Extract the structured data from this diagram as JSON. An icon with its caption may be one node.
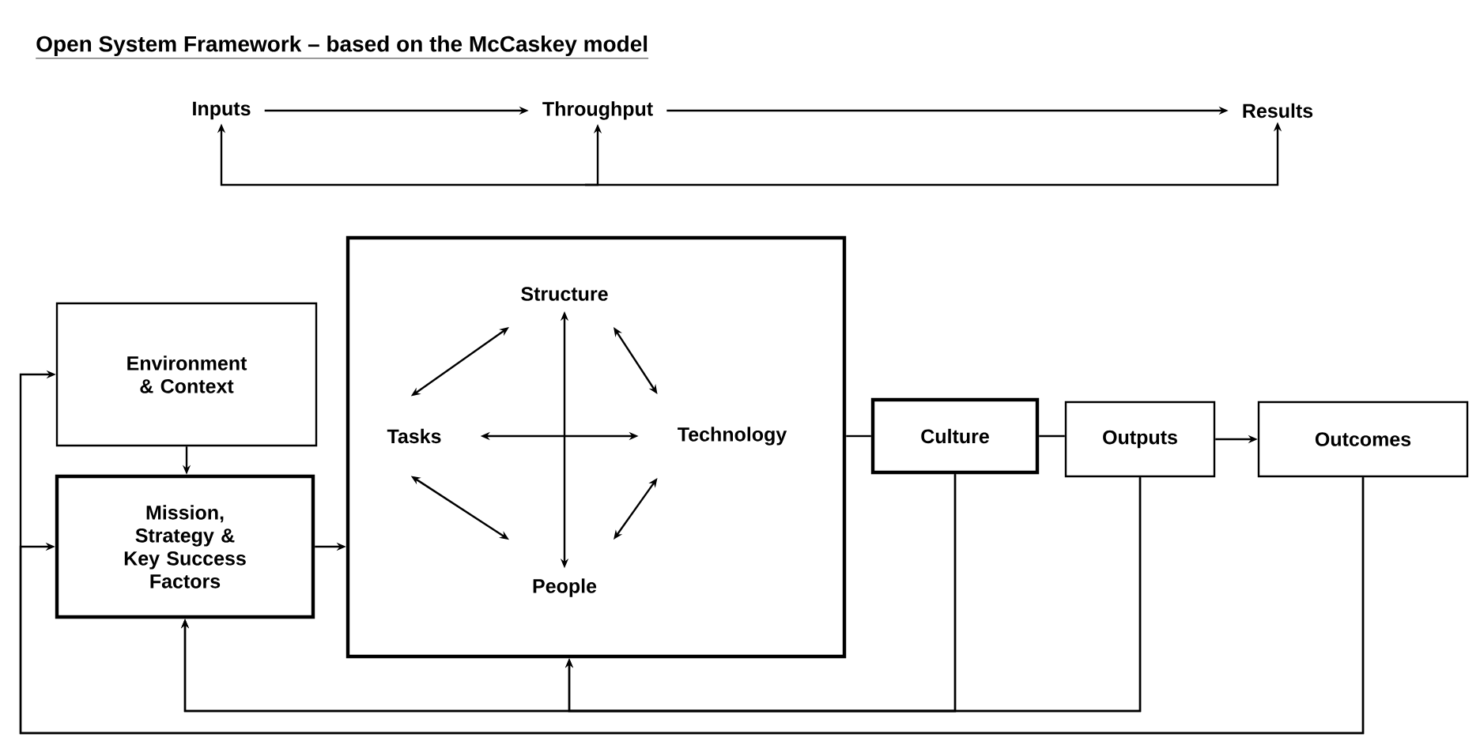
{
  "diagram": {
    "title": "Open System Framework – based on the McCaskey model",
    "nodes": [
      {
        "text": [
          "Inputs"
        ]
      },
      {
        "text": [
          "Throughput"
        ]
      },
      {
        "text": [
          "Results"
        ]
      },
      {
        "text": [
          "Environment & Context"
        ]
      },
      {
        "text": [
          "Mission, Strategy & Key Success Factors"
        ]
      },
      {
        "text": [],
        "shape": "box"
      },
      {
        "text": [
          "Structure"
        ],
        "in": 5
      },
      {
        "text": [
          "Tasks"
        ],
        "in": 5
      },
      {
        "text": [
          "Technology"
        ],
        "in": 5
      },
      {
        "text": [
          "People"
        ],
        "in": 5
      },
      {
        "text": [
          "Culture"
        ]
      },
      {
        "text": [
          "Outputs"
        ]
      },
      {
        "text": [
          "Outcomes"
        ]
      }
    ],
    "edges": [
      {
        "from": 0,
        "to": 1,
        "arrow": "to"
      },
      {
        "from": 1,
        "to": 2,
        "arrow": "to"
      },
      {
        "from": null,
        "to": 0,
        "arrow": "to"
      },
      {
        "from": null,
        "to": 1,
        "arrow": "to"
      },
      {
        "from": null,
        "to": 2,
        "arrow": "to"
      },
      {
        "from": 3,
        "to": 4,
        "arrow": "to"
      },
      {
        "from": 4,
        "to": 5,
        "arrow": "to"
      },
      {
        "from": 5,
        "to": 10,
        "arrow": "none"
      },
      {
        "from": 10,
        "to": 11,
        "arrow": "none"
      },
      {
        "from": 11,
        "to": 12,
        "arrow": "to"
      },
      {
        "from": 6,
        "to": 7,
        "arrow": "both"
      },
      {
        "from": 6,
        "to": 8,
        "arrow": "both"
      },
      {
        "from": 7,
        "to": 8,
        "arrow": "both"
      },
      {
        "from": 7,
        "to": 9,
        "arrow": "both"
      },
      {
        "from": 9,
        "to": 8,
        "arrow": "both"
      },
      {
        "from": 6,
        "to": 9,
        "arrow": "both"
      },
      {
        "from": 10,
        "to": 4,
        "arrow": "to"
      },
      {
        "from": 11,
        "to": 4,
        "arrow": "to"
      },
      {
        "from": 10,
        "to": 5,
        "arrow": "to"
      },
      {
        "from": 11,
        "to": 5,
        "arrow": "to"
      },
      {
        "from": 12,
        "to": 3,
        "arrow": "to"
      },
      {
        "from": 12,
        "to": 4,
        "arrow": "to"
      }
    ]
  }
}
